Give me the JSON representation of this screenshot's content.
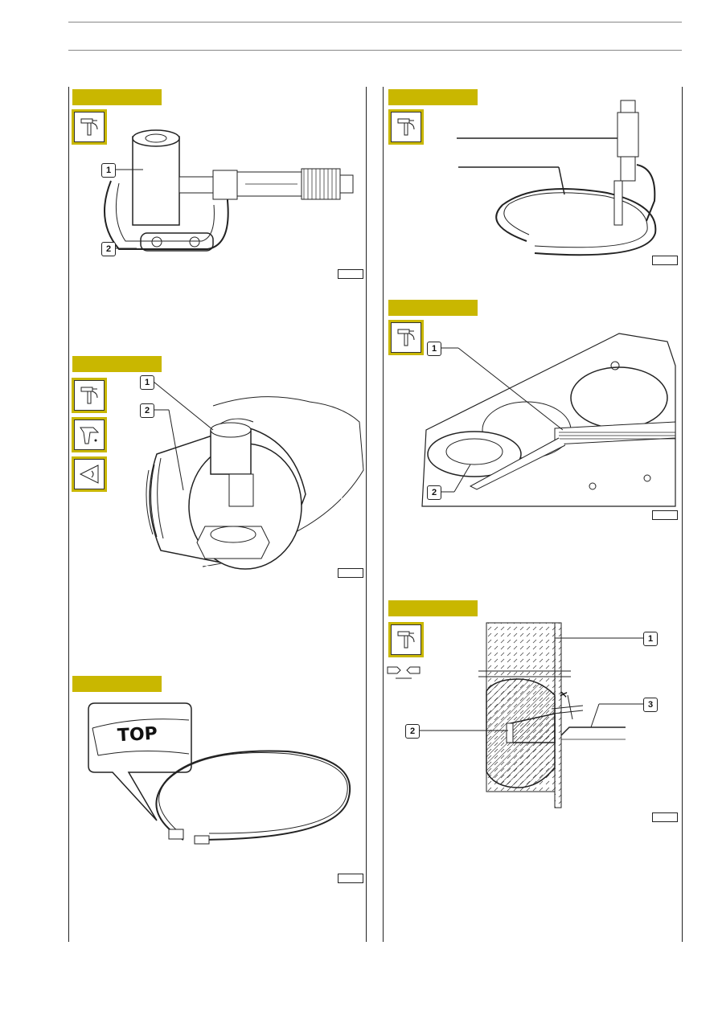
{
  "panels": {
    "micrometer_pin": {
      "callouts": [
        "1",
        "2"
      ]
    },
    "pin_in_piston": {
      "callouts": [
        "1",
        "2"
      ]
    },
    "ring_top": {
      "marking": "TOP"
    },
    "ring_micrometer": {
      "callouts": []
    },
    "feeler_gauge": {
      "callouts": [
        "1",
        "2"
      ]
    },
    "ring_section": {
      "callouts": [
        "1",
        "2",
        "3"
      ],
      "dimension_label": "X"
    }
  },
  "icons": {
    "tool_measure": "micrometer-icon",
    "lubricate": "oil-can-icon",
    "visual_check": "eye-inspection-icon",
    "clearance": "clearance-arrows-icon"
  },
  "colors": {
    "accent": "#c9b700",
    "line": "#222222",
    "rule": "#888888"
  }
}
